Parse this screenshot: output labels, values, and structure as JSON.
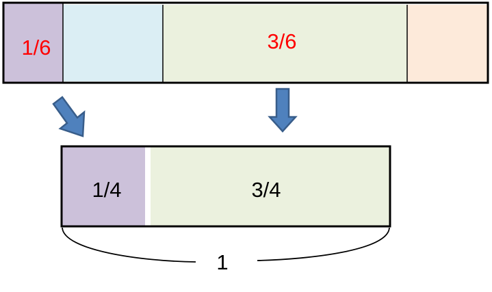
{
  "top_bar": {
    "segments": [
      {
        "name": "segment-1-6",
        "label": "1/6",
        "fill": "#CCC1DA",
        "label_color": "#FF0000"
      },
      {
        "name": "segment-blue",
        "label": "",
        "fill": "#DBEEF4"
      },
      {
        "name": "segment-3-6",
        "label": "3/6",
        "fill": "#EBF1DE",
        "label_color": "#FF0000"
      },
      {
        "name": "segment-peach",
        "label": "",
        "fill": "#FDEADA"
      }
    ]
  },
  "bottom_bar": {
    "segments": [
      {
        "name": "segment-1-4",
        "label": "1/4",
        "fill": "#CCC1DA",
        "label_color": "#000000"
      },
      {
        "name": "segment-3-4",
        "label": "3/4",
        "fill": "#EBF1DE",
        "label_color": "#000000"
      }
    ]
  },
  "brace": {
    "label": "1"
  },
  "colors": {
    "arrow_fill": "#4F81BD",
    "arrow_stroke": "#385D8A",
    "outline": "#000000"
  }
}
